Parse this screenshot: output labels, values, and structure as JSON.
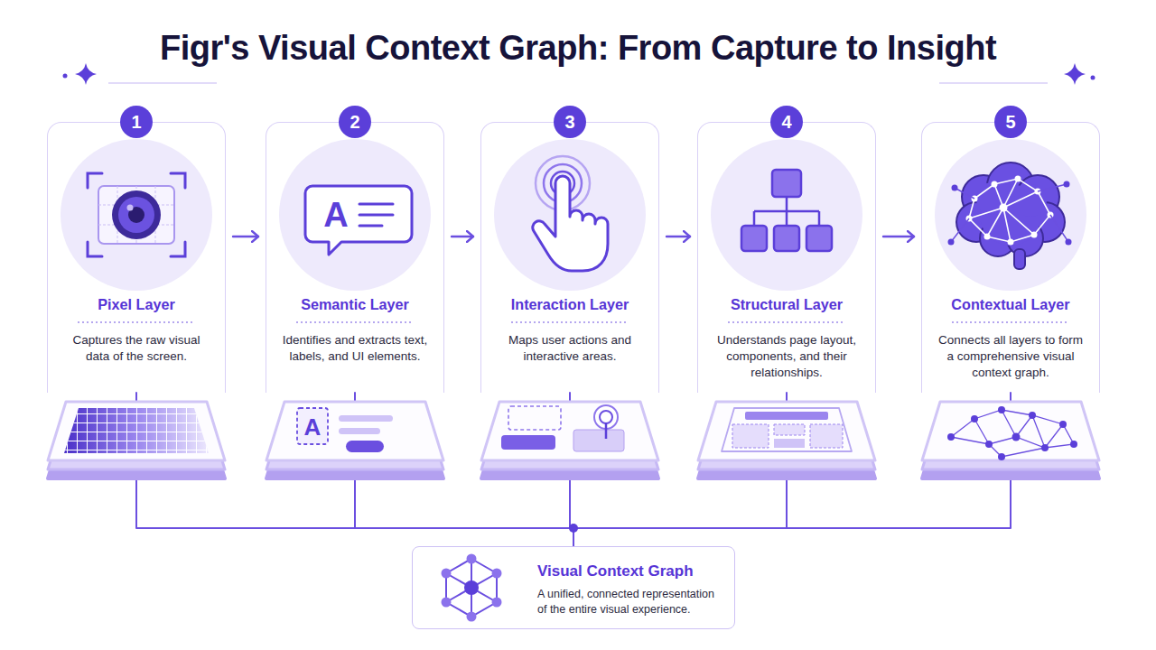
{
  "diagram": {
    "title": "Figr's Visual Context Graph: From Capture to Insight",
    "nodes": [
      {
        "text": [
          "1",
          "Pixel Layer",
          "Captures the raw visual data of the screen."
        ]
      },
      {
        "text": [
          "2",
          "Semantic Layer",
          "Identifies and extracts text, labels, and UI elements."
        ]
      },
      {
        "text": [
          "3",
          "Interaction Layer",
          "Maps user actions and interactive areas."
        ]
      },
      {
        "text": [
          "4",
          "Structural Layer",
          "Understands page layout, components, and their relationships."
        ]
      },
      {
        "text": [
          "5",
          "Contextual Layer",
          "Connects all layers to form a comprehensive visual context graph."
        ]
      },
      {
        "text": [
          "Visual Context Graph",
          "A unified, connected representation of the entire visual experience."
        ]
      }
    ],
    "edges": [
      {
        "from": 0,
        "to": 1,
        "arrow": "to"
      },
      {
        "from": 1,
        "to": 2,
        "arrow": "to"
      },
      {
        "from": 2,
        "to": 3,
        "arrow": "to"
      },
      {
        "from": 3,
        "to": 4,
        "arrow": "to"
      },
      {
        "from": 0,
        "to": 5,
        "arrow": "none"
      },
      {
        "from": 1,
        "to": 5,
        "arrow": "none"
      },
      {
        "from": 2,
        "to": 5,
        "arrow": "none"
      },
      {
        "from": 3,
        "to": 5,
        "arrow": "none"
      },
      {
        "from": 4,
        "to": 5,
        "arrow": "none"
      }
    ],
    "labels": [
      "A",
      "A"
    ]
  }
}
